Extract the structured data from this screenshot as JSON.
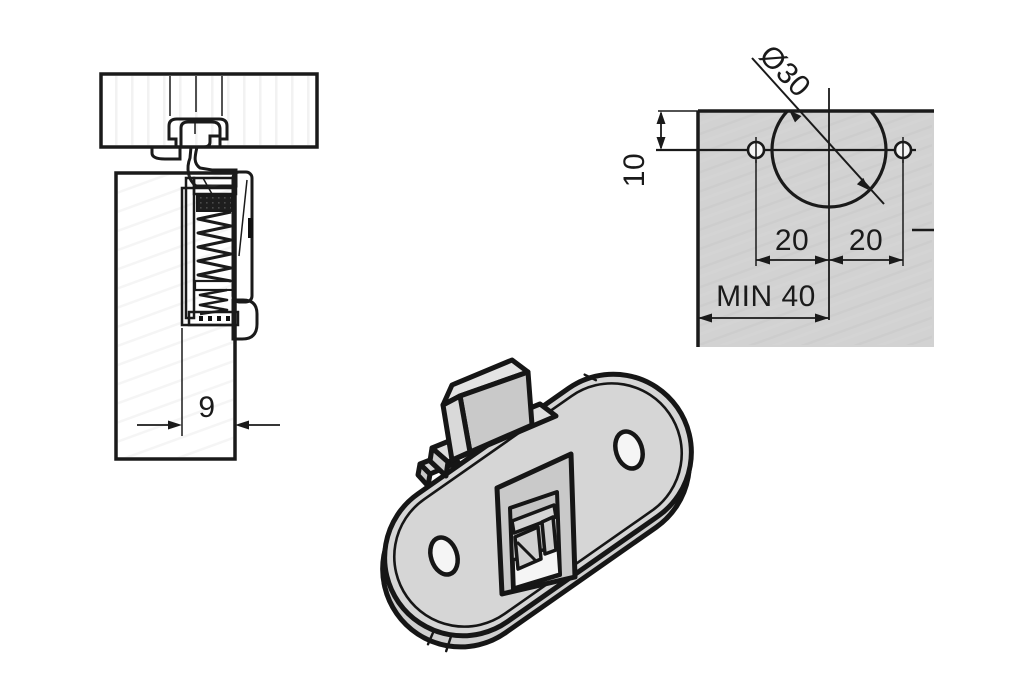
{
  "document": {
    "type": "technical-drawing",
    "background": "#ffffff"
  },
  "views": {
    "section_view": {
      "name": "cross-section of spring latch installed between two panels",
      "dimensions": {
        "depth": "9"
      }
    },
    "drilling_template": {
      "name": "drilling template with hole positions",
      "dimensions": {
        "hole_diameter": "Ø30",
        "edge_distance": "10",
        "screw_offset_left": "20",
        "screw_offset_right": "20",
        "min_panel_width": "MIN 40"
      }
    },
    "isometric_view": {
      "name": "latch housing 3d view"
    }
  },
  "colors": {
    "line": "#1a1a1a",
    "panel_fill": "#d2d2d2",
    "part_fill": "#dcdcdc",
    "plate_fill": "#d6d6d6",
    "recess_fill": "#c9c9c9",
    "window_fill": "#c4c4c4",
    "hole_fill": "#f5f5f5",
    "dark_fill": "#1e1e1e"
  }
}
